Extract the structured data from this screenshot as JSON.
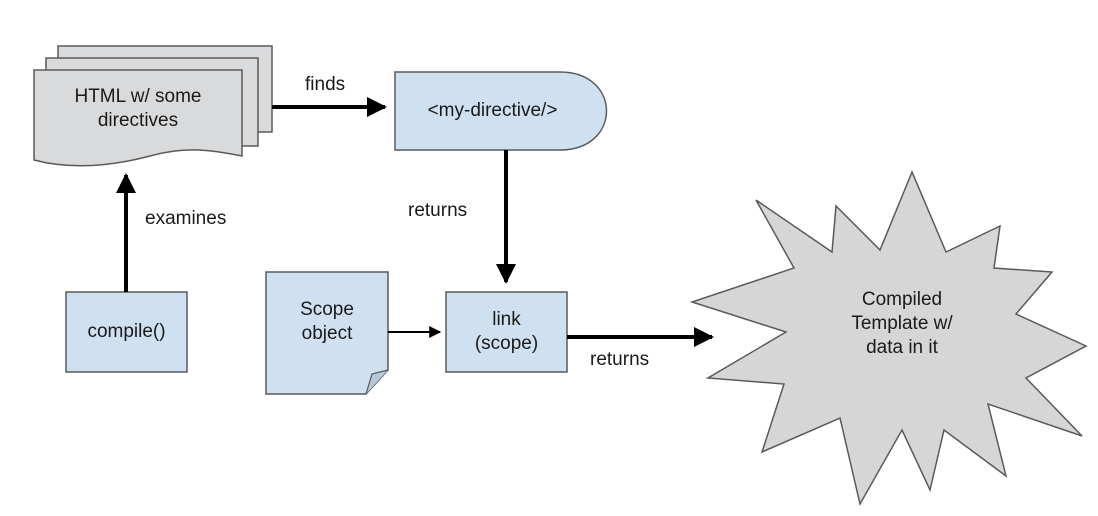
{
  "nodes": {
    "html_doc": "HTML w/ some\ndirectives",
    "my_directive": "<my-directive/>",
    "compile": "compile()",
    "scope_object": "Scope\nobject",
    "link": "link\n(scope)",
    "compiled_template": "Compiled\nTemplate w/\ndata in it"
  },
  "edges": {
    "finds": "finds",
    "examines": "examines",
    "returns_link": "returns",
    "returns_template": "returns"
  },
  "colors": {
    "box_fill": "#cfe0f1",
    "doc_fill": "#d8dadc",
    "burst_fill": "#d6d6d6",
    "stroke": "#5a5a5a",
    "arrow": "#000000"
  }
}
